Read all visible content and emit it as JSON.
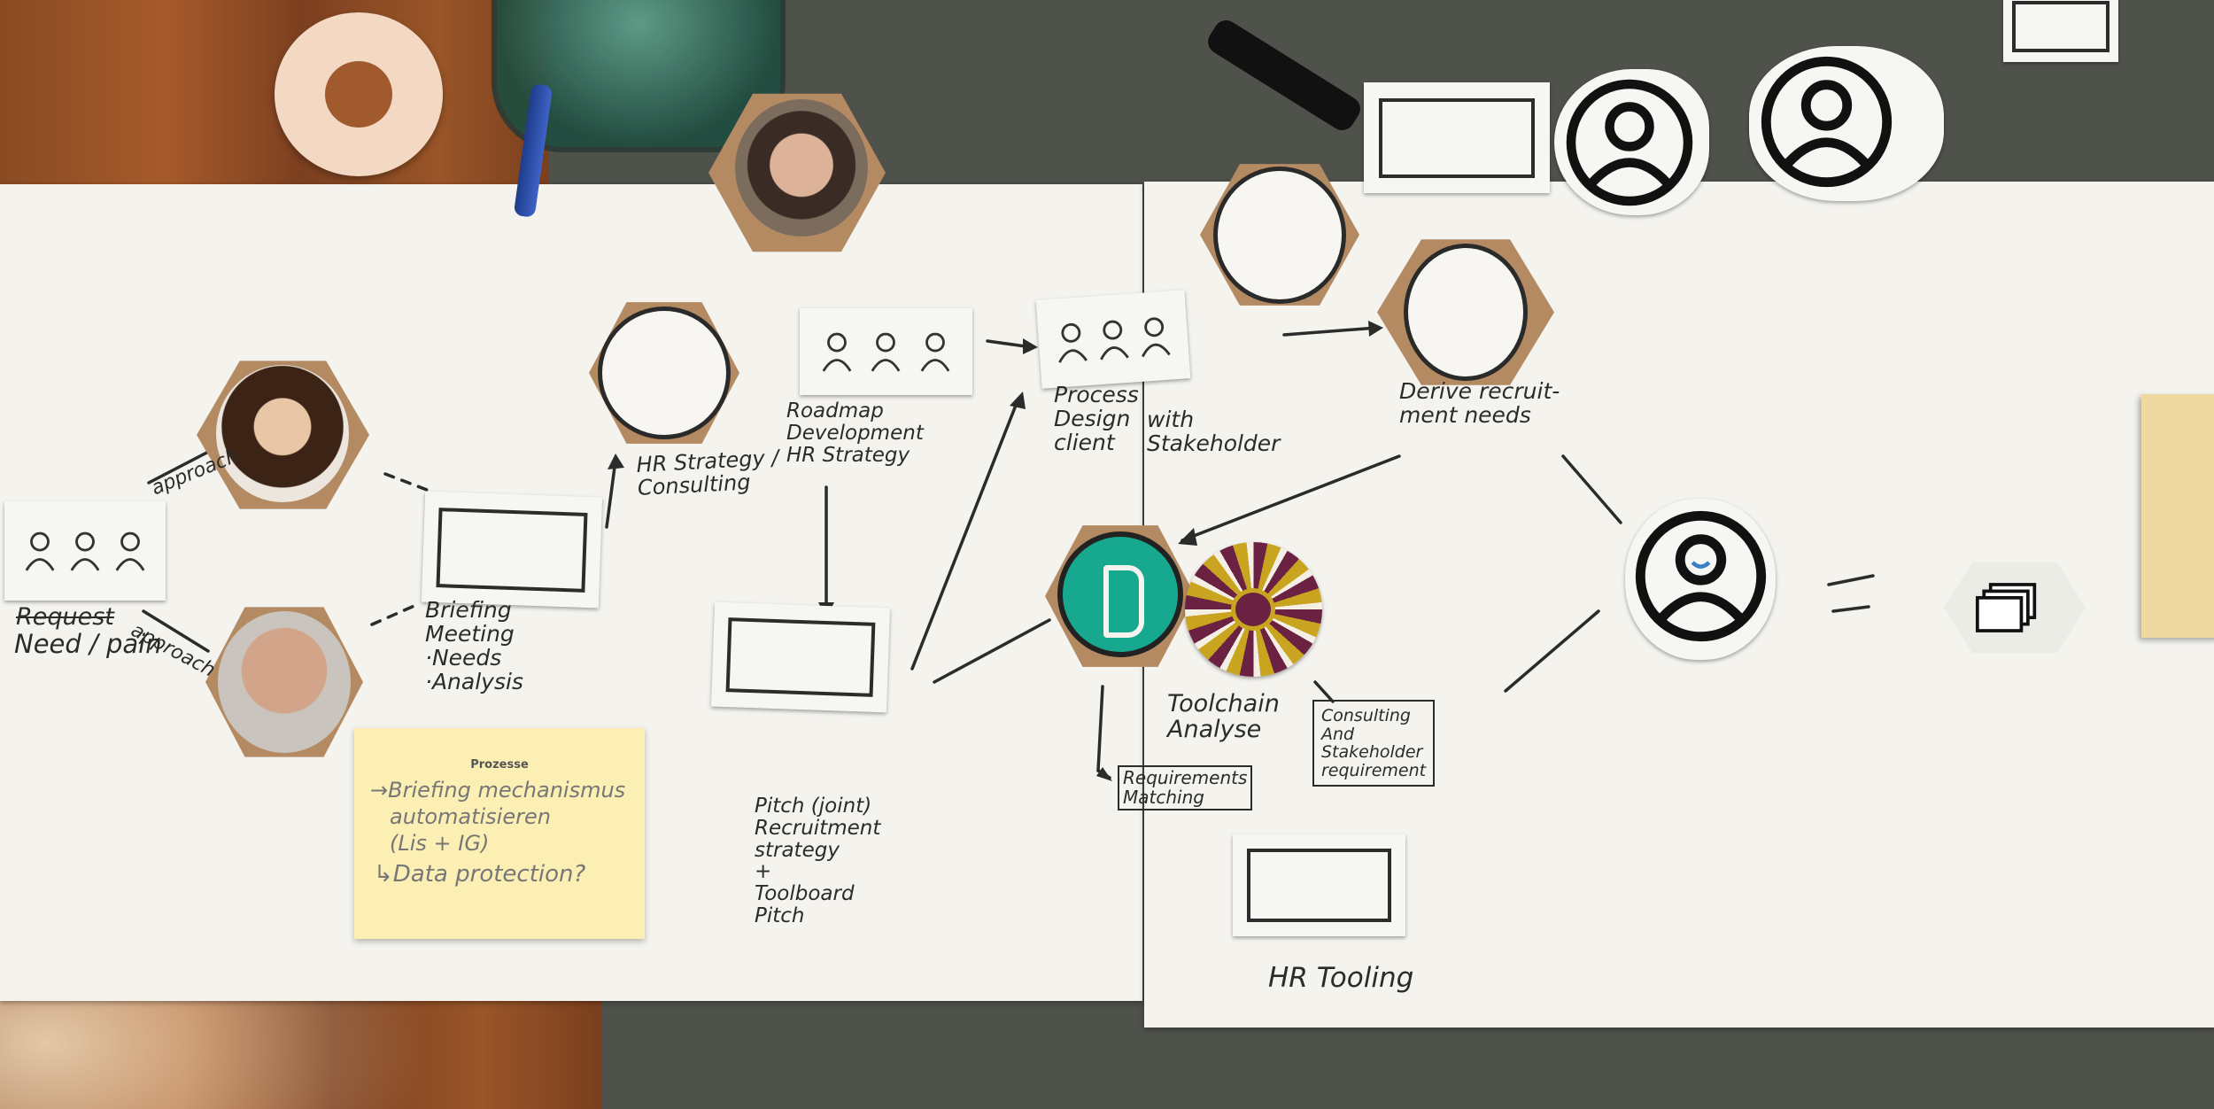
{
  "scene": {
    "postit": {
      "title": "Prozesse",
      "lines": [
        "→Briefing mechanismus",
        "automatisieren",
        "(Lis + IG)",
        "↳Data protection?"
      ]
    },
    "labels": {
      "request": "Request",
      "need_pain": "Need / pain",
      "approach_top": "approach",
      "approach_bottom": "approach",
      "briefing_meeting": "Briefing\nMeeting\n·Needs\n·Analysis",
      "hr_strategy": "HR Strategy /\nConsulting",
      "roadmap": "Roadmap\nDevelopment\nHR Strategy",
      "process_design": "Process\nDesign\nclient",
      "with_stakeholder": "with\nStakeholder",
      "derive_needs": "Derive recruit-\nment needs",
      "pitch": "Pitch (joint)\nRecruitment\nstrategy\n+\nToolboard\nPitch",
      "toolchain": "Toolchain\nAnalyse",
      "requirements_matching": "Requirements\nMatching",
      "consulting_requirements": "Consulting\nAnd\nStakeholder\nrequirement",
      "hr_tooling": "HR Tooling"
    },
    "icons": {
      "people_groups": [
        "people-group-icon",
        "people-group-icon",
        "people-group-icon"
      ],
      "user_circle": [
        "user-circle-icon",
        "user-circle-icon",
        "smiley-user-icon"
      ],
      "stack_icon": "stacked-cards-icon"
    },
    "colors": {
      "table": "#4f514b",
      "wood": "#8a4b23",
      "paper": "#f4f3ee",
      "postit": "#fbefb4",
      "teal_logo": "#17a98f",
      "mandala": "#6a2142"
    }
  }
}
